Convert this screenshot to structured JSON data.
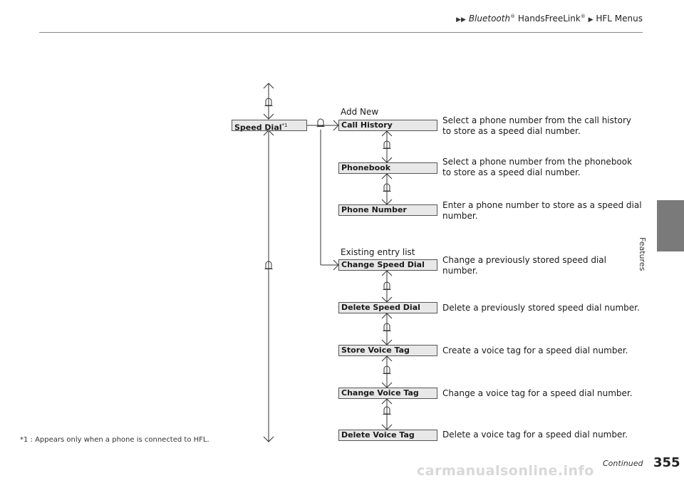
{
  "header": {
    "bluetooth": "Bluetooth",
    "hfl": "HandsFreeLink",
    "menu": "HFL Menus",
    "reg": "®"
  },
  "side_tab": {
    "label": "Features"
  },
  "menu": {
    "speed_dial": "Speed Dial",
    "speed_dial_ref": "*1",
    "add_new": "Add New",
    "existing_entry": "Existing entry list",
    "items": [
      {
        "label": "Call History",
        "description": "Select a phone number from the call history to store as a speed dial number."
      },
      {
        "label": "Phonebook",
        "description": "Select a phone number from the phonebook to store as a speed dial number."
      },
      {
        "label": "Phone Number",
        "description": "Enter a phone number to store as a speed dial number."
      },
      {
        "label": "Change Speed Dial",
        "description": "Change a previously stored speed dial number."
      },
      {
        "label": "Delete Speed Dial",
        "description": "Delete a previously stored speed dial number."
      },
      {
        "label": "Store Voice Tag",
        "description": "Create a voice tag for a speed dial number."
      },
      {
        "label": "Change Voice Tag",
        "description": "Change a voice tag for a speed dial number."
      },
      {
        "label": "Delete Voice Tag",
        "description": "Delete a voice tag for a speed dial number."
      }
    ]
  },
  "footnote": "*1 : Appears only when a phone is connected to HFL.",
  "footer": {
    "continued": "Continued",
    "page_number": "355"
  },
  "watermark": "carmanualsonline.info",
  "icons": {
    "knob": "rotate-knob-icon",
    "push": "push-knob-icon",
    "arrow": "arrow-right-icon"
  }
}
